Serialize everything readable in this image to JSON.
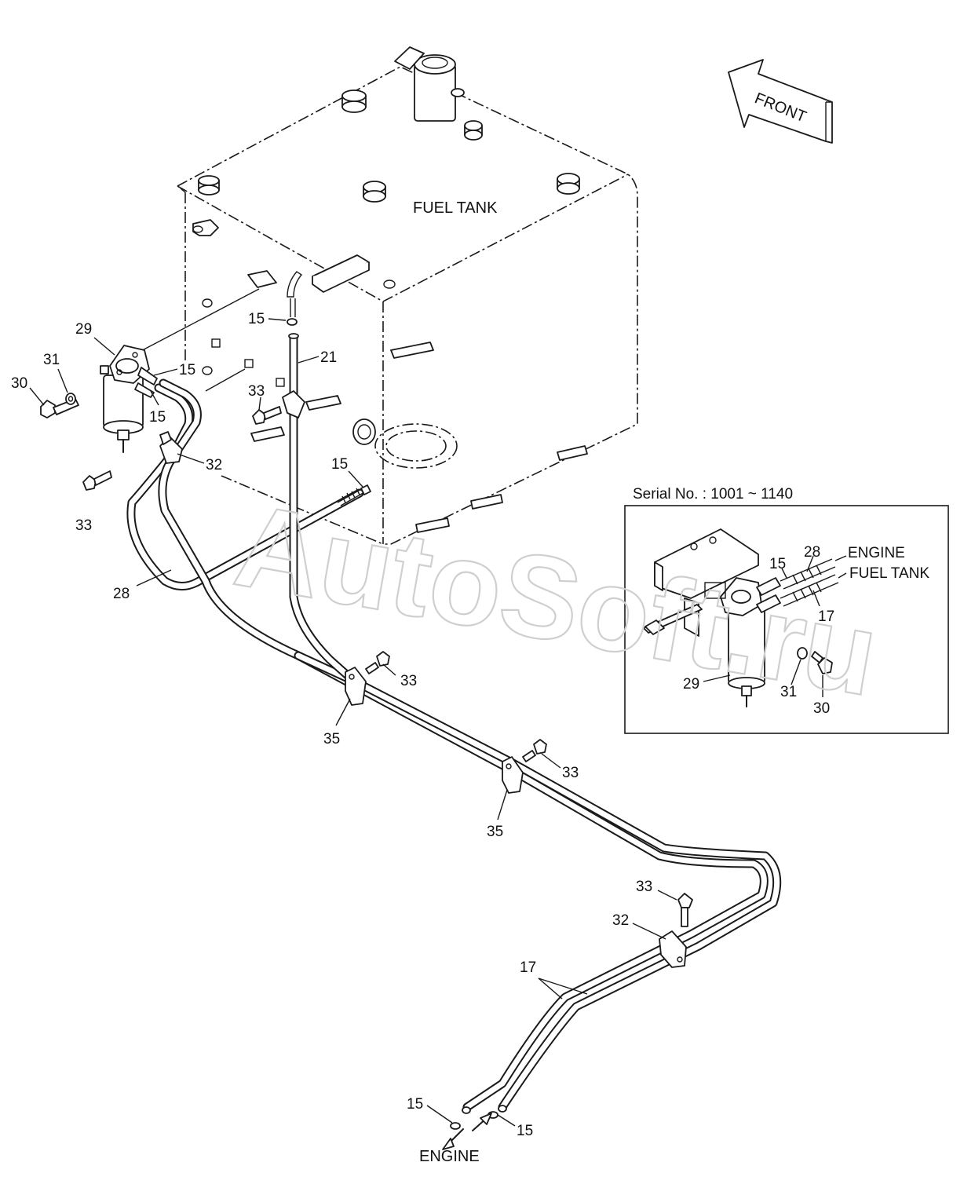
{
  "labels": {
    "fuel_tank": "FUEL TANK",
    "front": "FRONT",
    "engine_bottom": "ENGINE",
    "serial": "Serial No. : 1001 ~ 1140",
    "inset_engine": "ENGINE",
    "inset_fuel_tank": "FUEL TANK",
    "watermark": "AutoSoft.ru"
  },
  "callouts": {
    "c29": "29",
    "c31": "31",
    "c30": "30",
    "c15a": "15",
    "c15b": "15",
    "c15c": "15",
    "c21": "21",
    "c33a": "33",
    "c32a": "32",
    "c33b": "33",
    "c15d": "15",
    "c28": "28",
    "c33c": "33",
    "c35a": "35",
    "c33d": "33",
    "c35b": "35",
    "c33e": "33",
    "c32b": "32",
    "c17": "17",
    "c15e": "15",
    "c15f": "15",
    "i28": "28",
    "i15": "15",
    "i17": "17",
    "i29": "29",
    "i31": "31",
    "i30": "30"
  },
  "colors": {
    "line": "#1a1a1a",
    "watermark": "#cfcfcf",
    "background": "#ffffff"
  }
}
